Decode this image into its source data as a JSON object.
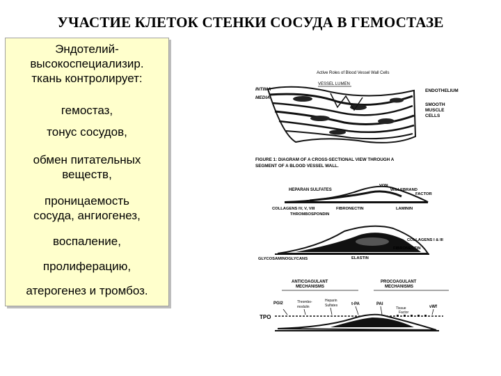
{
  "title": "УЧАСТИЕ КЛЕТОК СТЕНКИ СОСУДА В ГЕМОСТАЗЕ",
  "panel": {
    "heading": [
      "Эндотелий-",
      "высокоспециализир.",
      "ткань контролирует:"
    ],
    "items": [
      [
        "гемостаз,"
      ],
      [
        "тонус сосудов,"
      ],
      [
        "обмен питательных",
        "веществ,"
      ],
      [
        "проницаемость",
        "сосуда, ангиогенез,"
      ],
      [
        "воспаление,"
      ],
      [
        "пролиферацию,"
      ],
      [
        "атерогенез и тромбоз."
      ]
    ]
  },
  "figure": {
    "header": "Active Roles of Blood Vessel Wall Cells",
    "top_labels": {
      "intima": "INTIMA",
      "vessel_lumen": "VESSEL LUMEN",
      "media": "MEDIA",
      "endothelium": "ENDOTHELIUM",
      "smooth_muscle": [
        "SMOOTH",
        "MUSCLE",
        "CELLS"
      ]
    },
    "caption": [
      "FIGURE 1:  DIAGRAM OF A CROSS-SECTIONAL VIEW THROUGH A",
      "SEGMENT OF A BLOOD VESSEL WALL."
    ],
    "middle_labels": {
      "heparan": "HEPARAN SULFATES",
      "vwf": [
        "VON",
        "WILLEBRAND",
        "FACTOR"
      ],
      "collagens_top": "COLLAGENS IV, V, VIII",
      "fibronectin": "FIBRONECTIN",
      "laminin": "LAMININ",
      "thrombospondin": "THROMBOSPONDIN",
      "collagens_right": "COLLAGENS I & III",
      "glycos": "GLYCOSAMINOGLYCANS",
      "elastin": "ELASTIN",
      "fibronectin2": "FIBRONECTIN"
    },
    "bottom_labels": {
      "anti": [
        "ANTICOAGULANT",
        "MECHANISMS"
      ],
      "pro": [
        "PROCOAGULANT",
        "MECHANISMS"
      ],
      "pgi2": "PGI2",
      "thrombomodulin": [
        "Thrombo-",
        "modulin"
      ],
      "heparin": [
        "Heparin",
        "Sulfates"
      ],
      "tpa": "t-PA",
      "pai": "PAI",
      "tissue_factor": [
        "Tissue",
        "Factor"
      ],
      "vwf": "vWf",
      "tpo": "TPO"
    }
  }
}
